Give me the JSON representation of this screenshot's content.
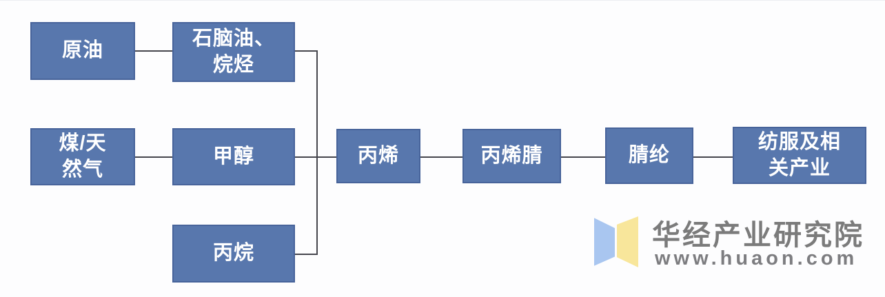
{
  "colors": {
    "box_fill": "#5877ad",
    "box_border": "#47639a",
    "box_text": "#ffffff",
    "connector": "#45454c",
    "background": "#fdfdfe",
    "logo_blue": "#a9c6f0",
    "logo_yellow": "#f8e69b",
    "logo_text": "#7b7b7b"
  },
  "flowchart": {
    "type": "process-chain-diagram",
    "nodes": [
      {
        "id": "crude-oil",
        "label": "原油"
      },
      {
        "id": "naphtha-alkanes",
        "label": "石脑油、\n烷烃"
      },
      {
        "id": "coal-natural-gas",
        "label": "煤/天\n然气"
      },
      {
        "id": "methanol",
        "label": "甲醇"
      },
      {
        "id": "propane",
        "label": "丙烷"
      },
      {
        "id": "propylene",
        "label": "丙烯"
      },
      {
        "id": "acrylonitrile",
        "label": "丙烯腈"
      },
      {
        "id": "acrylic-fiber",
        "label": "腈纶"
      },
      {
        "id": "textile-related-industry",
        "label": "纺服及相\n关产业"
      }
    ],
    "edges": [
      {
        "from": "crude-oil",
        "to": "naphtha-alkanes"
      },
      {
        "from": "naphtha-alkanes",
        "to": "propylene"
      },
      {
        "from": "coal-natural-gas",
        "to": "methanol"
      },
      {
        "from": "methanol",
        "to": "propylene"
      },
      {
        "from": "propane",
        "to": "propylene"
      },
      {
        "from": "propylene",
        "to": "acrylonitrile"
      },
      {
        "from": "acrylonitrile",
        "to": "acrylic-fiber"
      },
      {
        "from": "acrylic-fiber",
        "to": "textile-related-industry"
      }
    ]
  },
  "watermark": {
    "logo_icon": "open-book-icon",
    "brand": "华经产业研究院",
    "website": "www.huaon.com"
  }
}
